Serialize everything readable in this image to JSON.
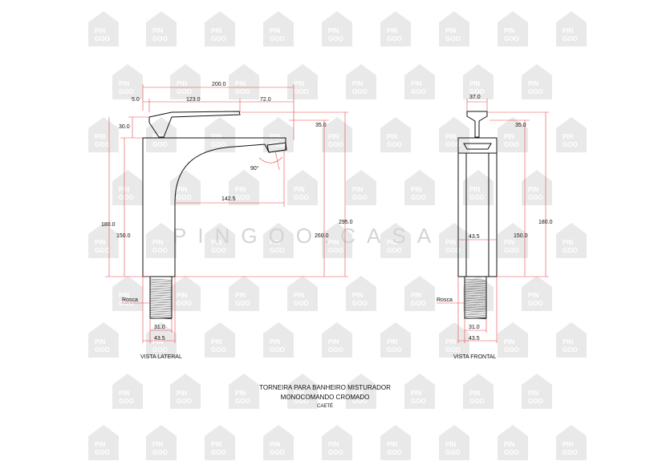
{
  "watermark": {
    "brand": "PINGOO.CASA",
    "tile_line1": "PIN",
    "tile_line2": "GOO"
  },
  "lateral_view": {
    "label": "VISTA LATERAL",
    "thread_label": "Rosca",
    "dims": {
      "total_depth": "200.0",
      "lever_offset": "5.0",
      "lever_length": "123.0",
      "lever_overhang": "72.0",
      "lever_height": "30.0",
      "spout_height": "35.0",
      "spout_angle": "90°",
      "spout_reach": "142.5",
      "body_height": "180.0",
      "body_inner_height": "150.0",
      "total_height": "295.0",
      "spout_outlet_height": "260.0",
      "thread_diameter": "31.0",
      "base_diameter": "43.5"
    }
  },
  "front_view": {
    "label": "VISTA FRONTAL",
    "thread_label": "Rosca",
    "dims": {
      "lever_width": "37.0",
      "spout_height": "35.0",
      "body_width": "43.5",
      "body_inner_height": "150.0",
      "body_height": "180.0",
      "thread_diameter": "31.0",
      "base_diameter": "43.5"
    }
  },
  "title_block": {
    "line1": "TORNEIRA PARA BANHEIRO MISTURADOR",
    "line2": "MONOCOMANDO CROMADO",
    "line3": "CAETÉ"
  },
  "colors": {
    "dimension": "#e8484b",
    "outline": "#111111",
    "watermark": "#e9e9e9"
  }
}
